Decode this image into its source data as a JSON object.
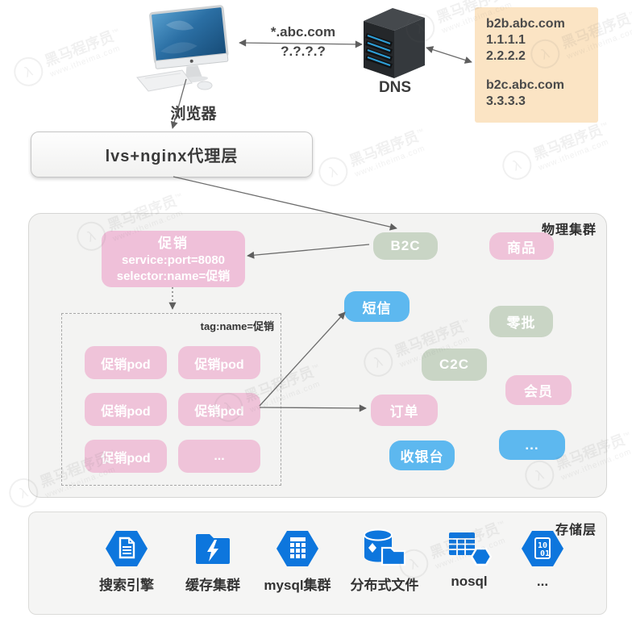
{
  "watermark": {
    "brand": "黑马程序员",
    "tm": "™",
    "site": "www.itheima.com"
  },
  "top": {
    "browser_label": "浏览器",
    "dns_label": "DNS",
    "query_domain": "*.abc.com",
    "query_ip": "?.?.?.?",
    "dns_box": {
      "lines": [
        "b2b.abc.com",
        "1.1.1.1",
        "2.2.2.2",
        "",
        "b2c.abc.com",
        "3.3.3.3"
      ]
    }
  },
  "proxy": {
    "label": "lvs+nginx代理层"
  },
  "cluster": {
    "title": "物理集群",
    "promo_service": {
      "title": "促销",
      "line1": "service:port=8080",
      "line2": "selector:name=促销"
    },
    "services": [
      {
        "label": "B2C",
        "color": "green"
      },
      {
        "label": "商品",
        "color": "pink"
      },
      {
        "label": "短信",
        "color": "blue"
      },
      {
        "label": "零批",
        "color": "green"
      },
      {
        "label": "C2C",
        "color": "green"
      },
      {
        "label": "会员",
        "color": "pink"
      },
      {
        "label": "订单",
        "color": "pink"
      },
      {
        "label": "收银台",
        "color": "blue"
      },
      {
        "label": "...",
        "color": "blue"
      }
    ],
    "pod_group": {
      "tag": "tag:name=促销",
      "pods": [
        "促销pod",
        "促销pod",
        "促销pod",
        "促销pod",
        "促销pod",
        "..."
      ]
    }
  },
  "storage": {
    "title": "存储层",
    "items": [
      {
        "label": "搜索引擎",
        "icon": "document-hexagon-icon"
      },
      {
        "label": "缓存集群",
        "icon": "folder-lightning-icon"
      },
      {
        "label": "mysql集群",
        "icon": "table-hexagon-icon"
      },
      {
        "label": "分布式文件",
        "icon": "database-folder-icon"
      },
      {
        "label": "nosql",
        "icon": "grid-hexagon-icon"
      },
      {
        "label": "...",
        "icon": "binary-file-hexagon-icon"
      }
    ]
  },
  "colors": {
    "service_pink": "#efc3d9",
    "service_green": "#c9d5c5",
    "service_blue": "#5db8ef",
    "dns_record_bg": "#fbe4c4",
    "storage_icon_blue": "#0d76dd",
    "container_gray": "#f3f3f2"
  }
}
